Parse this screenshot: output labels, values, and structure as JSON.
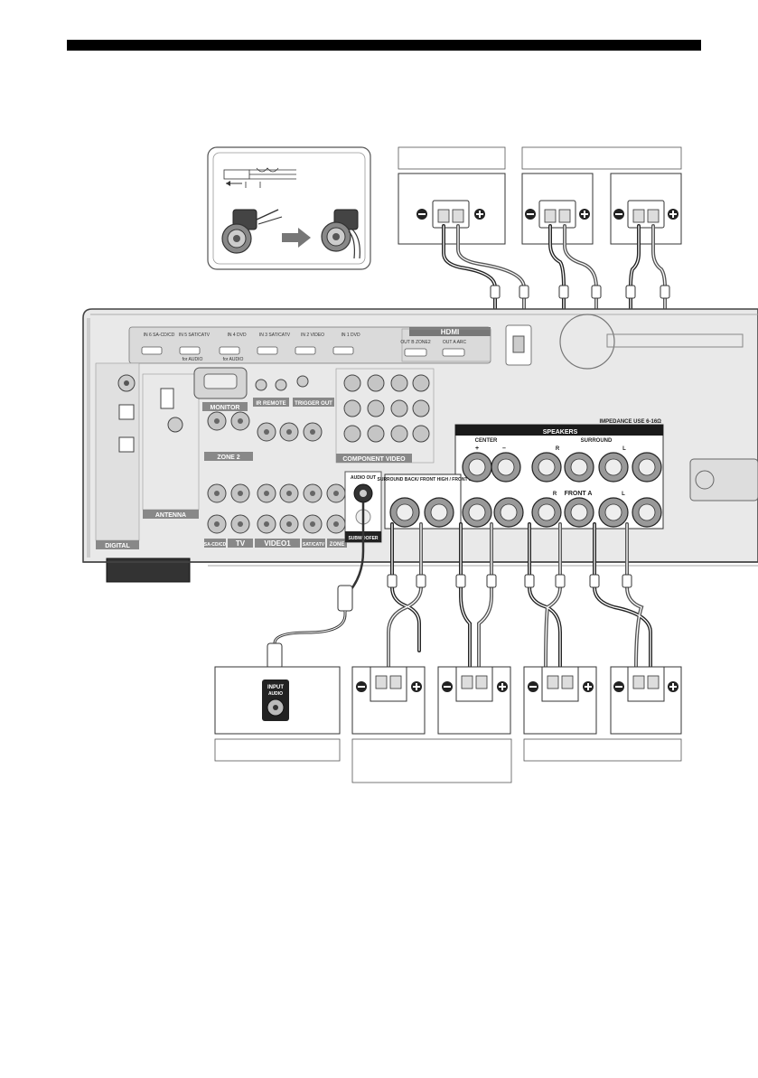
{
  "receiver": {
    "hdmi": {
      "title": "HDMI",
      "inputs": [
        "IN 6 SA-CD/CD",
        "IN 5 SAT/CATV",
        "IN 4 DVD",
        "IN 3 SAT/CATV",
        "IN 2 VIDEO",
        "IN 1 DVD"
      ],
      "outputs": [
        "OUT B ZONE2",
        "OUT A ARC"
      ],
      "notes": [
        "for AUDIO",
        "for AUDIO"
      ]
    },
    "sections": {
      "antenna": "ANTENNA",
      "monitor": "MONITOR",
      "ir_remote": "IR REMOTE",
      "trigger_out": "TRIGGER OUT",
      "zone2": "ZONE 2",
      "tv": "TV",
      "video1": "VIDEO1",
      "zone": "ZONE",
      "digital": "DIGITAL",
      "component_video": "COMPONENT VIDEO",
      "sacd_cd": "SA-CD/CD",
      "sat_catv": "SAT/CATV",
      "subwoofer": "SUBWOOFER",
      "audio_out": "AUDIO OUT",
      "surround_back": "SURROUND BACK/ FRONT HIGH / FRONT B"
    },
    "speakers_panel": {
      "header": "SPEAKERS",
      "impedance": "IMPEDANCE USE 6-16Ω",
      "center": "CENTER",
      "surround": "SURROUND",
      "front_a": "FRONT A",
      "r_label": "R",
      "l_label": "L",
      "plus": "+",
      "minus": "–"
    }
  },
  "subwoofer_input": {
    "label_top": "INPUT",
    "label_bottom": "AUDIO"
  },
  "colors": {
    "panel": "#e9e9e9",
    "panel_edge": "#444444",
    "jack_gray": "#b8b8b8",
    "speaker_band": "#1a1a1a",
    "cable": "#222222"
  }
}
